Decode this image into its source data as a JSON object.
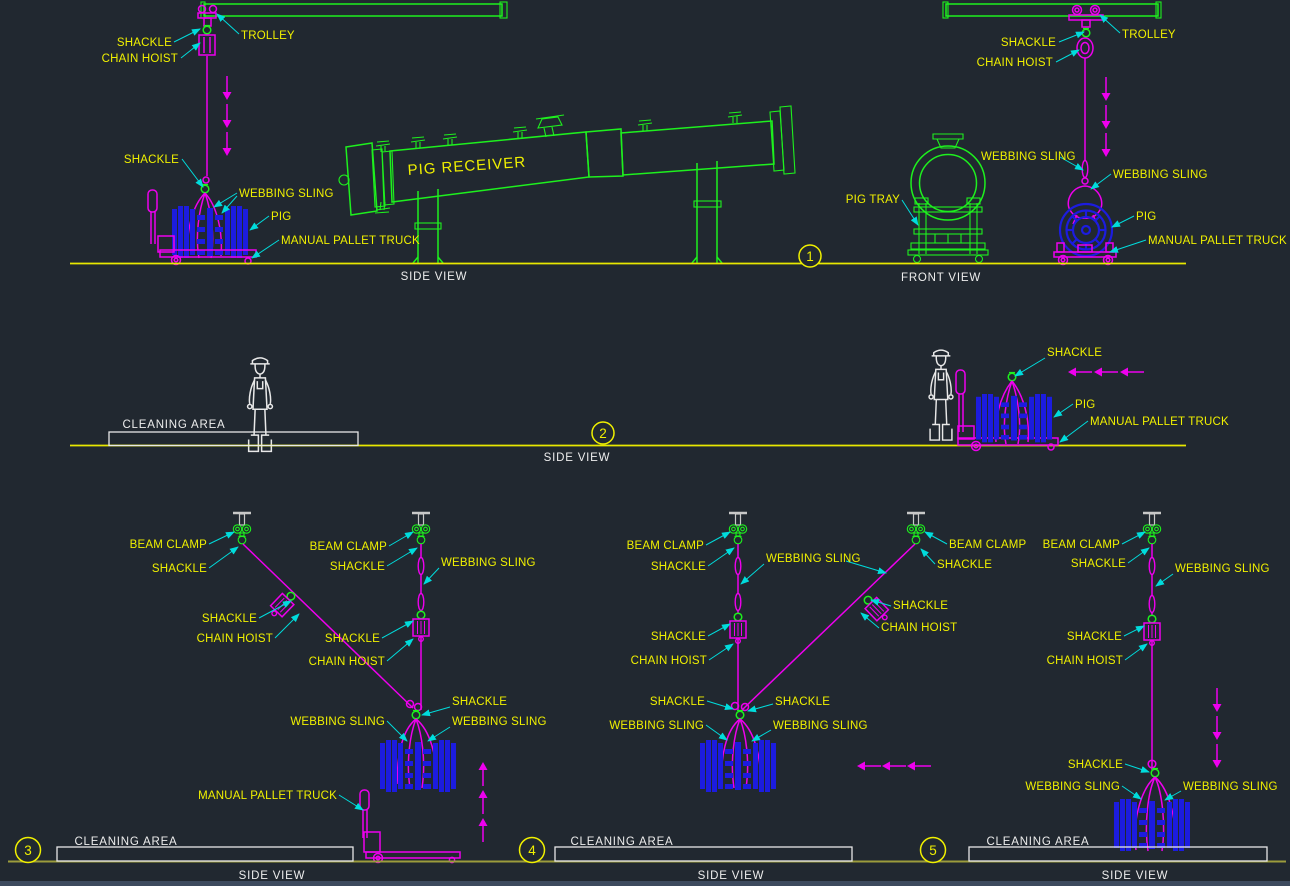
{
  "title": "Pig receiver pig handling rigging procedure drawing",
  "colors": {
    "background": "#212830",
    "bottom_strip": "#3d4a5e",
    "equipment_green": "#1ef01e",
    "rigging_magenta": "#ee00ee",
    "label_yellow": "#f0f000",
    "leader_cyan": "#00dcdc",
    "pig_blue": "#1c1cdf",
    "caption_white": "#ededed",
    "ground_yellow": "#e8e800",
    "ground_olive": "#9c9c3c",
    "steel_grey": "#c8c8c8"
  },
  "terms": {
    "trolley": "TROLLEY",
    "shackle": "SHACKLE",
    "chain_hoist": "CHAIN HOIST",
    "webbing_sling": "WEBBING SLING",
    "pig": "PIG",
    "manual_pallet_truck": "MANUAL PALLET TRUCK",
    "pig_receiver": "PIG RECEIVER",
    "pig_tray": "PIG TRAY",
    "beam_clamp": "BEAM CLAMP",
    "cleaning_area": "CLEANING AREA"
  },
  "captions": {
    "side_view": "SIDE VIEW",
    "front_view": "FRONT VIEW"
  },
  "steps": {
    "s1": "1",
    "s2": "2",
    "s3": "3",
    "s4": "4",
    "s5": "5"
  }
}
